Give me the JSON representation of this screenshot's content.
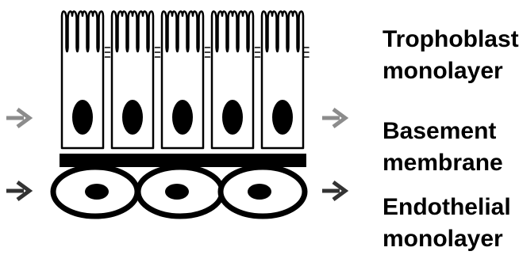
{
  "labels": {
    "trophoblast": [
      "Trophoblast",
      "monolayer"
    ],
    "basement": [
      "Basement",
      "membrane"
    ],
    "endothelial": [
      "Endothelial",
      "monolayer"
    ]
  },
  "icons": {
    "top_arrows": "arrow-right-icon",
    "bottom_arrows": "arrow-right-icon"
  },
  "colors": {
    "top_arrow": "#8c8c8c",
    "bottom_arrow": "#333333",
    "line": "#000000",
    "fill": "#ffffff"
  }
}
